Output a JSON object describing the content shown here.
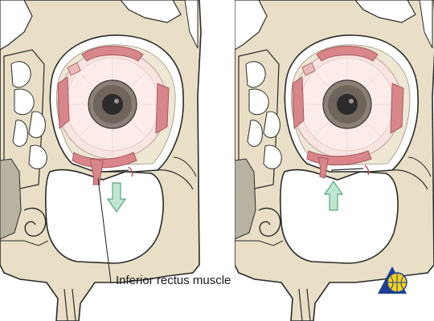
{
  "labels": {
    "inferior_rectus": "Inferior rectus muscle"
  },
  "colors": {
    "bone": "#e8dfc6",
    "bone_stroke": "#2a2a2a",
    "muscle": "#d8868a",
    "muscle_light": "#eab9b8",
    "sclera": "#f8e4e0",
    "iris": "#6f655c",
    "pupil": "#2b2b2b",
    "arrow": "#bfe6d1",
    "arrow_stroke": "#5aa57e",
    "logo_blue": "#1c3f94",
    "logo_yellow": "#f4d21c"
  },
  "panels": [
    {
      "id": "left",
      "arrow_direction": "down"
    },
    {
      "id": "right",
      "arrow_direction": "up"
    }
  ],
  "icons": [
    "logo-globe-icon",
    "down-arrow-icon",
    "up-arrow-icon"
  ]
}
